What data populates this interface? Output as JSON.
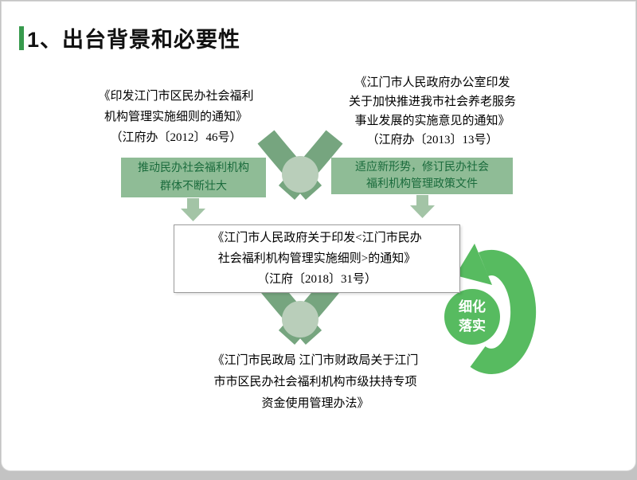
{
  "slide": {
    "title": "1、出台背景和必要性",
    "top_left_doc": {
      "lines": [
        "《印发江门市区民办社会福利",
        "机构管理实施细则的通知》",
        "（江府办〔2012〕46号）"
      ]
    },
    "top_right_doc": {
      "lines": [
        "《江门市人民政府办公室印发",
        "关于加快推进我市社会养老服务",
        "事业发展的实施意见的通知》",
        "（江府办〔2013〕13号）"
      ]
    },
    "left_label": {
      "lines": [
        "推动民办社会福利机构",
        "群体不断壮大"
      ]
    },
    "right_label": {
      "lines": [
        "适应新形势，修订民办社会",
        "福利机构管理政策文件"
      ]
    },
    "middle_doc": {
      "lines": [
        "《江门市人民政府关于印发<江门市民办",
        "社会福利机构管理实施细则>的通知》",
        "（江府〔2018〕31号）"
      ]
    },
    "bottom_doc": {
      "lines": [
        "《江门市民政局 江门市财政局关于江门",
        "市市区民办社会福利机构市级扶持专项",
        "资金使用管理办法》"
      ]
    },
    "cycle_label": {
      "line1": "细化",
      "line2": "落实"
    }
  },
  "colors": {
    "title_accent": "#379A4D",
    "ribbon_green": "#76A57F",
    "ball_green": "#B9CEBA",
    "label_bg": "#8FBC96",
    "label_text": "#1A6B3C",
    "down_arrow_green": "#A3C4A6",
    "cycle_green": "#57BB60",
    "slide_frame_gray": "#C3C3C3"
  }
}
